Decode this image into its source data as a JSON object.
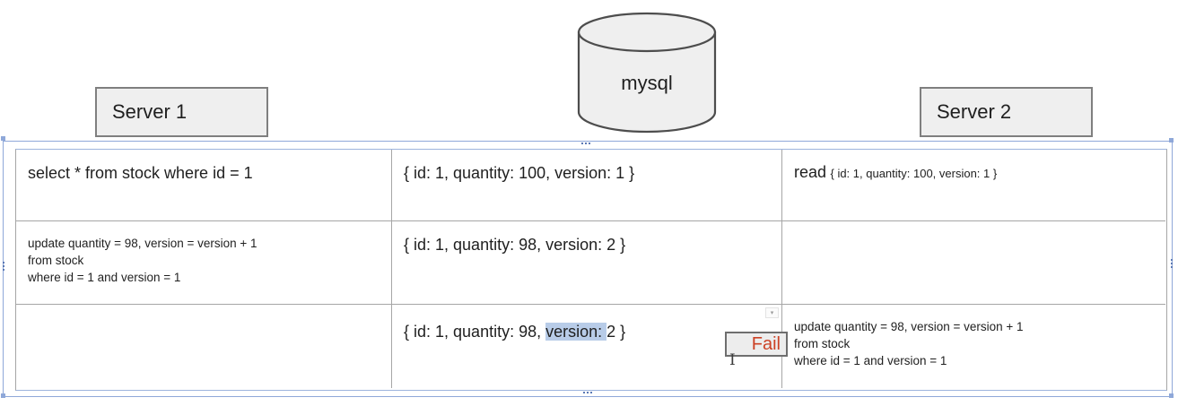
{
  "colors": {
    "selection_frame": "#8fa8d9",
    "selection_handle": "#5b79b5",
    "table_border": "#a6a6a6",
    "table_outer_border": "#9db4dd",
    "shape_fill": "#efefef",
    "shape_border": "#7f7f7f",
    "fail_color": "#cc4125",
    "highlight_color": "#b8cce8",
    "text_color": "#1f1f1f"
  },
  "shapes": {
    "server1_label": "Server 1",
    "server2_label": "Server 2",
    "database_label": "mysql",
    "fail_label": "Fail"
  },
  "table": {
    "row1": {
      "server1": "select * from stock where id = 1",
      "mysql": "{ id: 1, quantity: 100, version: 1 }",
      "server2_prefix": "read",
      "server2_value": "{ id: 1, quantity: 100, version: 1 }"
    },
    "row2": {
      "server1_lines": [
        "update quantity = 98, version = version + 1",
        "from stock",
        "where id = 1 and version = 1"
      ],
      "mysql": "{ id: 1, quantity: 98, version: 2 }",
      "server2": ""
    },
    "row3": {
      "server1": "",
      "mysql_pre": "{ id: 1, quantity: 98, ",
      "mysql_highlight": "version: ",
      "mysql_post": "2 }",
      "server2_lines": [
        "update quantity = 98, version = version + 1",
        "from stock",
        "where id = 1 and version = 1"
      ]
    }
  }
}
